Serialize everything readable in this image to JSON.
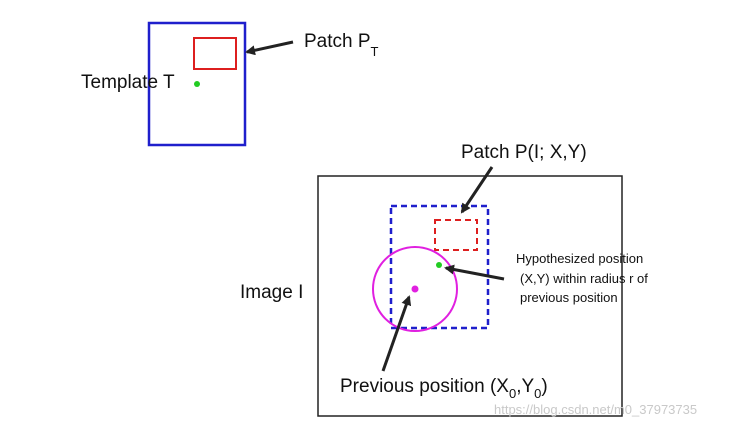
{
  "template": {
    "label": "Template T",
    "patch_label": "Patch P",
    "patch_subscript": "T"
  },
  "image": {
    "label": "Image I",
    "patch_label": "Patch P(I; X,Y)",
    "hypothesis_lines": [
      "Hypothesized position",
      "(X,Y) within radius r of",
      "previous position"
    ],
    "previous_prefix": "Previous position (X",
    "previous_sub_x": "0",
    "previous_mid": ",Y",
    "previous_sub_y": "0",
    "previous_suffix": ")"
  },
  "watermark": "https://blog.csdn.net/m0_37973735",
  "colors": {
    "template_frame": "#1f1fcc",
    "patch": "#dd1f1f",
    "search_window": "#1f1fcc",
    "radius_circle": "#e020e0",
    "hypothesis_dot": "#22cc22",
    "previous_dot": "#e020e0",
    "arrow": "#222222",
    "image_frame": "#222222"
  }
}
